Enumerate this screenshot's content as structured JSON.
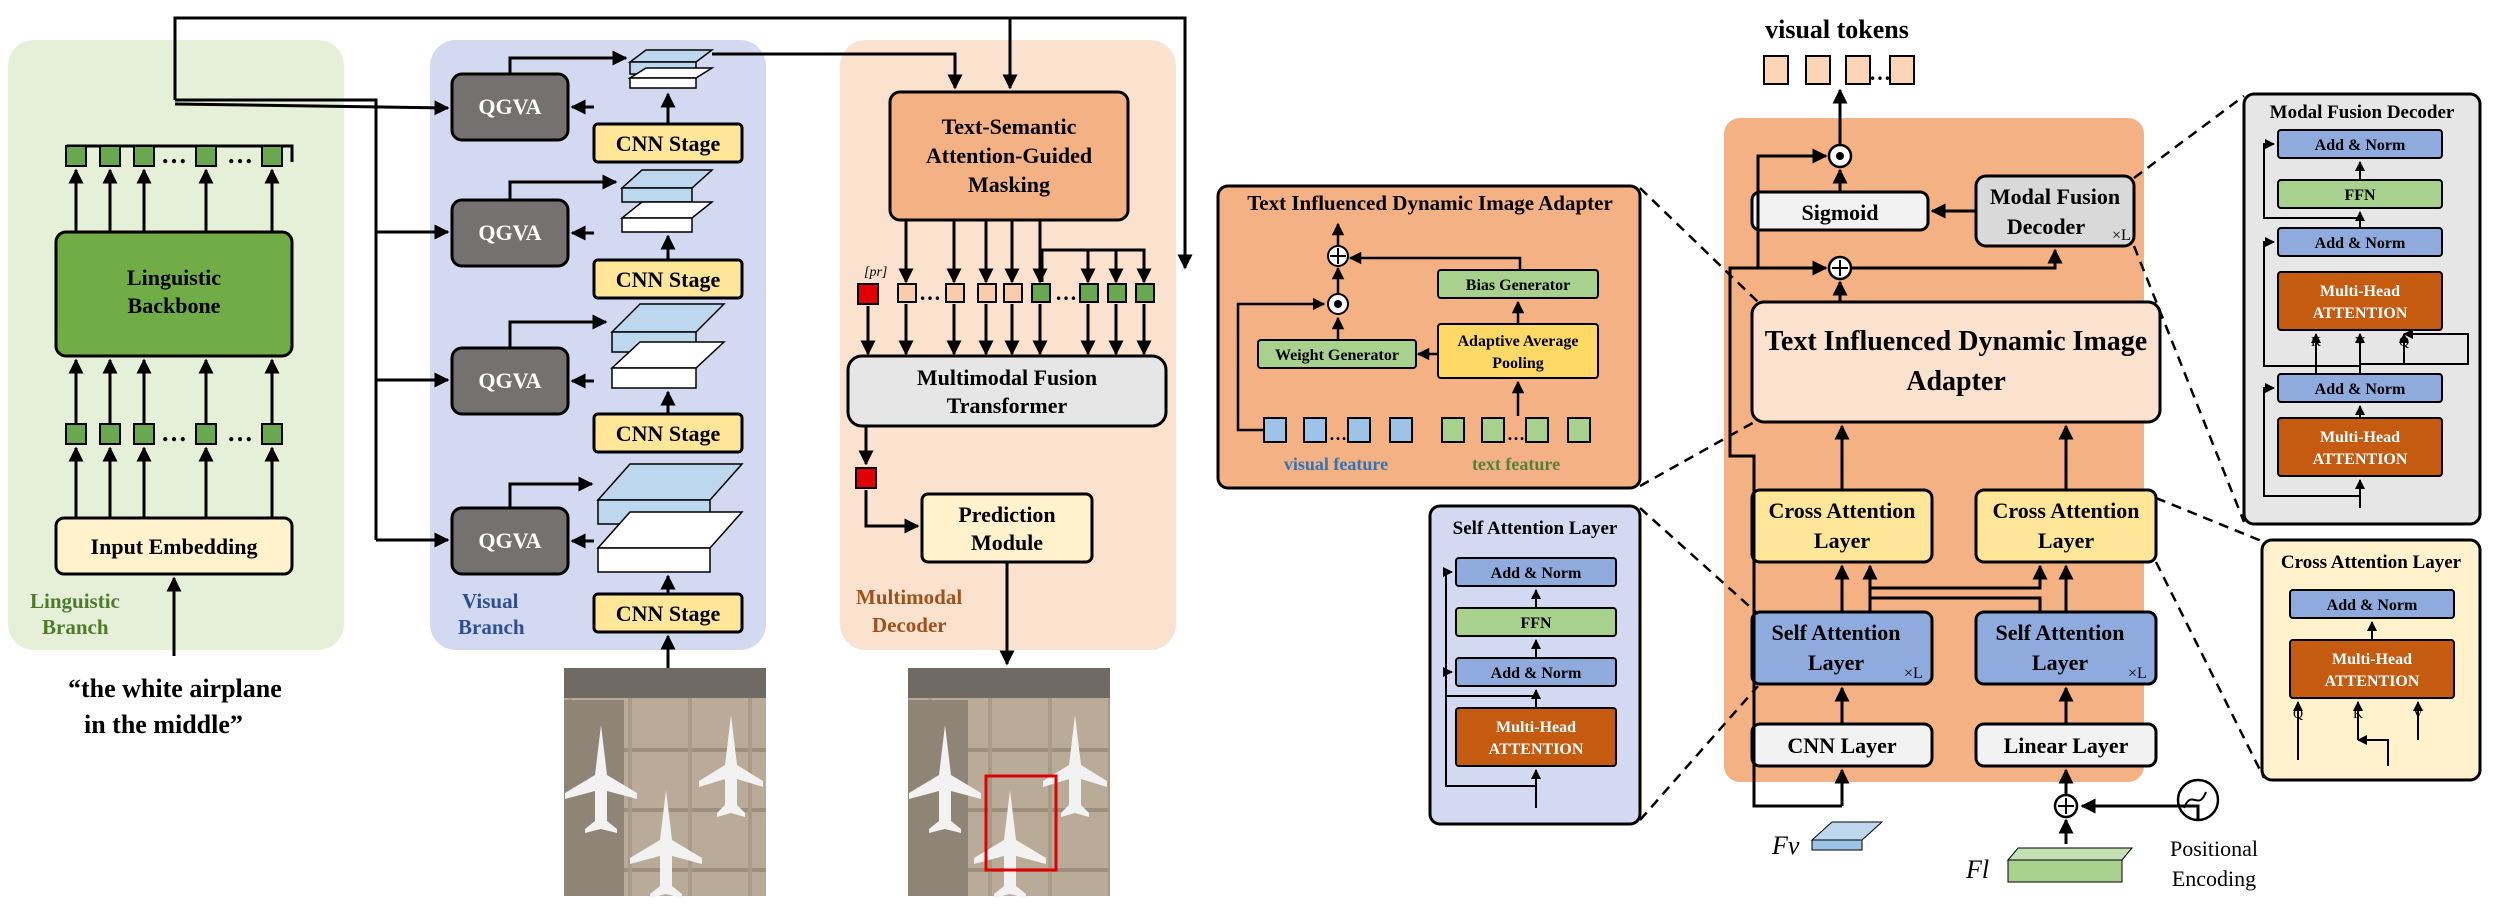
{
  "colors": {
    "linguistic_bg": "#e6f0d8",
    "visual_bg": "#d3d9f0",
    "decoder_bg": "#fbe2cf",
    "main_orange": "#f4b183",
    "green_block": "#70ad47",
    "green_token": "#6aa84f",
    "yellow_block": "#ffe699",
    "cream_block": "#fff2cc",
    "grey_block": "#767171",
    "blue_block": "#8faadc",
    "light_green": "#a9d18e",
    "dark_orange": "#c55a11",
    "red_token": "#e00000",
    "light_grey": "#e7e6e6",
    "light_blue": "#9dc3e6",
    "peach_token": "#f8cbad"
  },
  "left": {
    "linguistic": {
      "backbone": "Linguistic Backbone",
      "backbone_l1": "Linguistic",
      "backbone_l2": "Backbone",
      "embedding": "Input Embedding",
      "branch_l1": "Linguistic",
      "branch_l2": "Branch",
      "query_l1": "“the white airplane",
      "query_l2": "in the middle”",
      "dots": "…"
    },
    "visual": {
      "qgva": "QGVA",
      "cnn_stage": "CNN Stage",
      "branch_l1": "Visual",
      "branch_l2": "Branch"
    },
    "decoder": {
      "tsagm_l1": "Text-Semantic",
      "tsagm_l2": "Attention-Guided",
      "tsagm_l3": "Masking",
      "pr_token": "[pr]",
      "mft_l1": "Multimodal Fusion",
      "mft_l2": "Transformer",
      "pred_l1": "Prediction",
      "pred_l2": "Module",
      "branch_l1": "Multimodal",
      "branch_l2": "Decoder"
    }
  },
  "right": {
    "visual_tokens": "visual tokens",
    "sigmoid": "Sigmoid",
    "mfd_l1": "Modal Fusion",
    "mfd_l2": "Decoder",
    "times_l": "×L",
    "tida_l1": "Text Influenced Dynamic Image",
    "tida_l2": "Adapter",
    "cross_l1": "Cross Attention",
    "cross_l2": "Layer",
    "self_l1": "Self Attention",
    "self_l2": "Layer",
    "cnn_layer": "CNN Layer",
    "linear_layer": "Linear Layer",
    "fv": "Fv",
    "fl": "Fl",
    "pos_l1": "Positional",
    "pos_l2": "Encoding",
    "tida_panel": {
      "title": "Text Influenced Dynamic Image Adapter",
      "bias_gen": "Bias Generator",
      "aap_l1": "Adaptive Average",
      "aap_l2": "Pooling",
      "weight_gen": "Weight Generator",
      "visual_feature": "visual feature",
      "text_feature": "text feature"
    },
    "sa_panel": {
      "title": "Self Attention Layer",
      "add_norm": "Add & Norm",
      "ffn": "FFN",
      "mha_l1": "Multi-Head",
      "mha_l2": "ATTENTION"
    },
    "mfd_panel": {
      "title": "Modal Fusion Decoder",
      "add_norm": "Add & Norm",
      "ffn": "FFN",
      "mha_l1": "Multi-Head",
      "mha_l2": "ATTENTION",
      "k": "K",
      "v": "V",
      "q": "Q"
    },
    "ca_panel": {
      "title": "Cross Attention Layer",
      "add_norm": "Add & Norm",
      "mha_l1": "Multi-Head",
      "mha_l2": "ATTENTION",
      "q": "Q",
      "k": "K",
      "v": "V"
    }
  }
}
